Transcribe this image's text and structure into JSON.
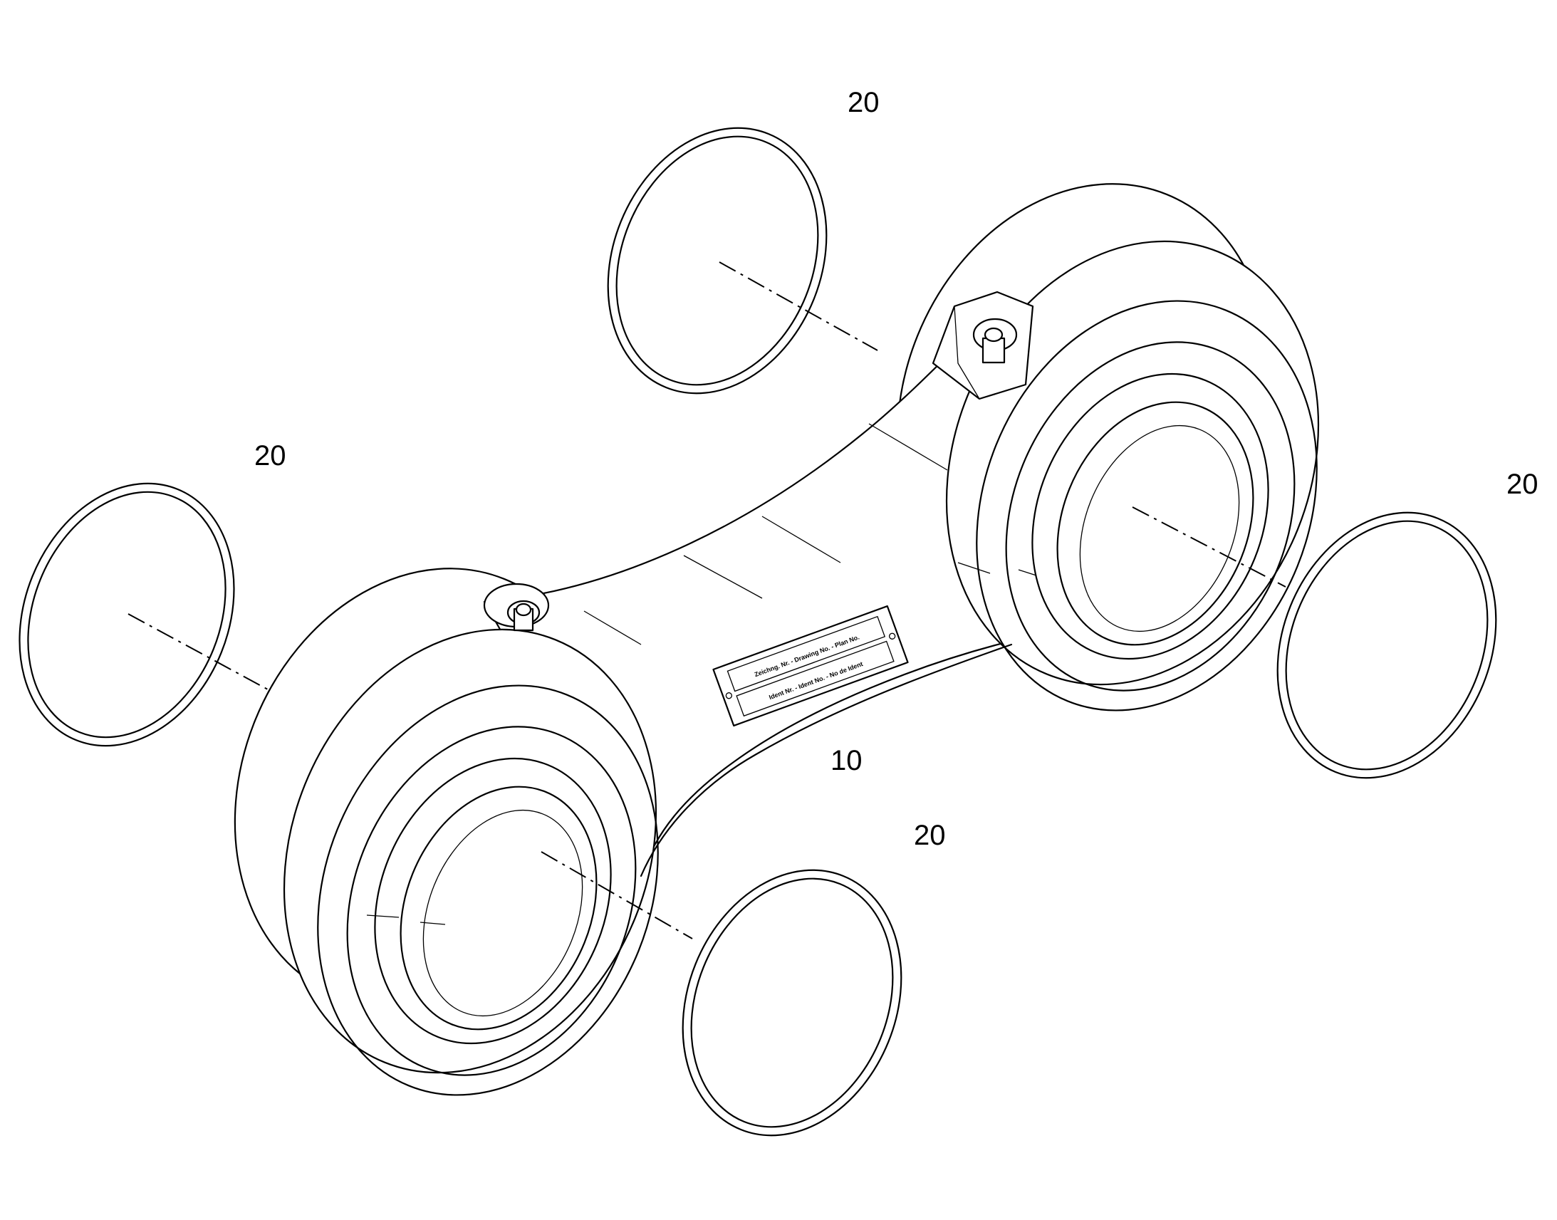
{
  "figure": {
    "type": "exploded-parts-diagram",
    "colors": {
      "line": "#000000",
      "background": "#ffffff"
    }
  },
  "callouts": [
    {
      "id": "seal-top",
      "text": "20"
    },
    {
      "id": "seal-left",
      "text": "20"
    },
    {
      "id": "seal-right",
      "text": "20"
    },
    {
      "id": "link",
      "text": "10"
    },
    {
      "id": "seal-bottom",
      "text": "20"
    }
  ],
  "nameplate": {
    "line1": "Zeichng. Nr. - Drawing No. - Plan No.",
    "line2": "Ident Nr. - Ident No. - No de Ident"
  }
}
